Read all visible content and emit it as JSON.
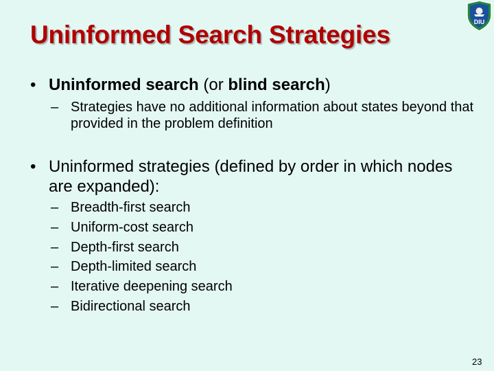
{
  "slide": {
    "title": "Uninformed Search Strategies",
    "bullet_1": {
      "bold_1": "Uninformed search",
      "plain_1": " (or ",
      "bold_2": "blind search",
      "plain_2": ")"
    },
    "sub_bullet_1": "Strategies have no additional information about states beyond that provided in the problem definition",
    "bullet_2": "Uninformed strategies (defined by order in which nodes are expanded):",
    "strategies": [
      "Breadth-first search",
      "Uniform-cost search",
      "Depth-first search",
      "Depth-limited search",
      "Iterative deepening search",
      "Bidirectional search"
    ],
    "bullet_symbol": "•",
    "dash_symbol": "–",
    "page_number": "23",
    "logo_text": "DIU"
  },
  "colors": {
    "background": "#e3f7f3",
    "title": "#b00000",
    "logo_green": "#1f8a3c",
    "logo_blue": "#1c4f9c"
  }
}
